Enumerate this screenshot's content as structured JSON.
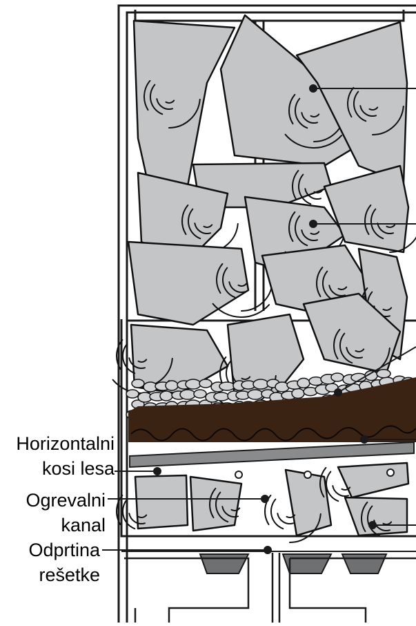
{
  "labels": {
    "horizontal_slats": [
      "Horizontalni",
      "kosi lesa"
    ],
    "heating_channel": [
      "Ogrevalni",
      "kanal"
    ],
    "grate_opening": [
      "Odprtina",
      "rešetke"
    ]
  },
  "colors": {
    "wood_fill": "#c4c5c7",
    "wood_stroke": "#111111",
    "stones_fill": "#d2d3d5",
    "ember_fill": "#3b2314",
    "slat_fill": "#8a8b8d",
    "frame_stroke": "#1a1a1a",
    "grate_fill": "#6f7072"
  }
}
